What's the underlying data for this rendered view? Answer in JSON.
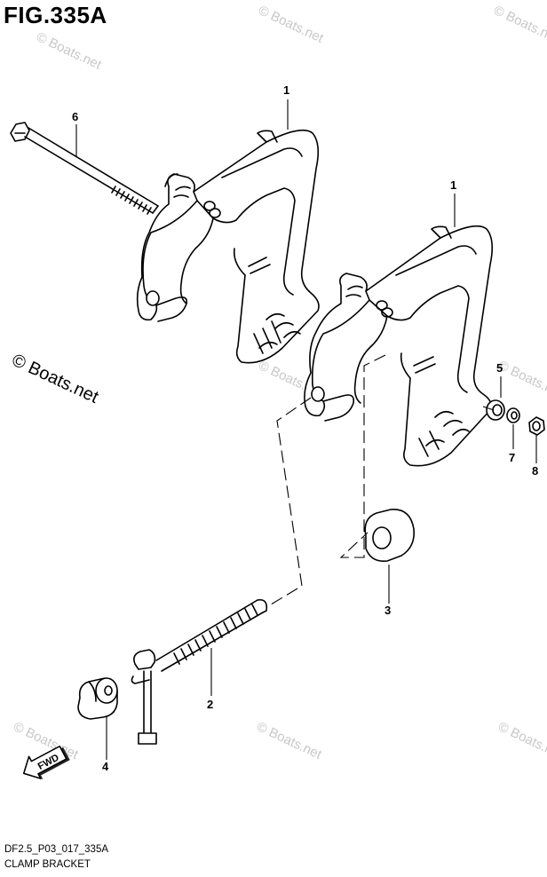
{
  "figure": {
    "title": "FIG.335A",
    "code": "DF2.5_P03_017_335A",
    "name": "CLAMP BRACKET"
  },
  "callouts": [
    {
      "id": "c1a",
      "label": "1"
    },
    {
      "id": "c1b",
      "label": "1"
    },
    {
      "id": "c2",
      "label": "2"
    },
    {
      "id": "c3",
      "label": "3"
    },
    {
      "id": "c4",
      "label": "4"
    },
    {
      "id": "c5",
      "label": "5"
    },
    {
      "id": "c6",
      "label": "6"
    },
    {
      "id": "c7",
      "label": "7"
    },
    {
      "id": "c8",
      "label": "8"
    }
  ],
  "fwd_label": "FWD",
  "watermark": {
    "main": "© Boats.net",
    "faint": "© Boats.net"
  }
}
